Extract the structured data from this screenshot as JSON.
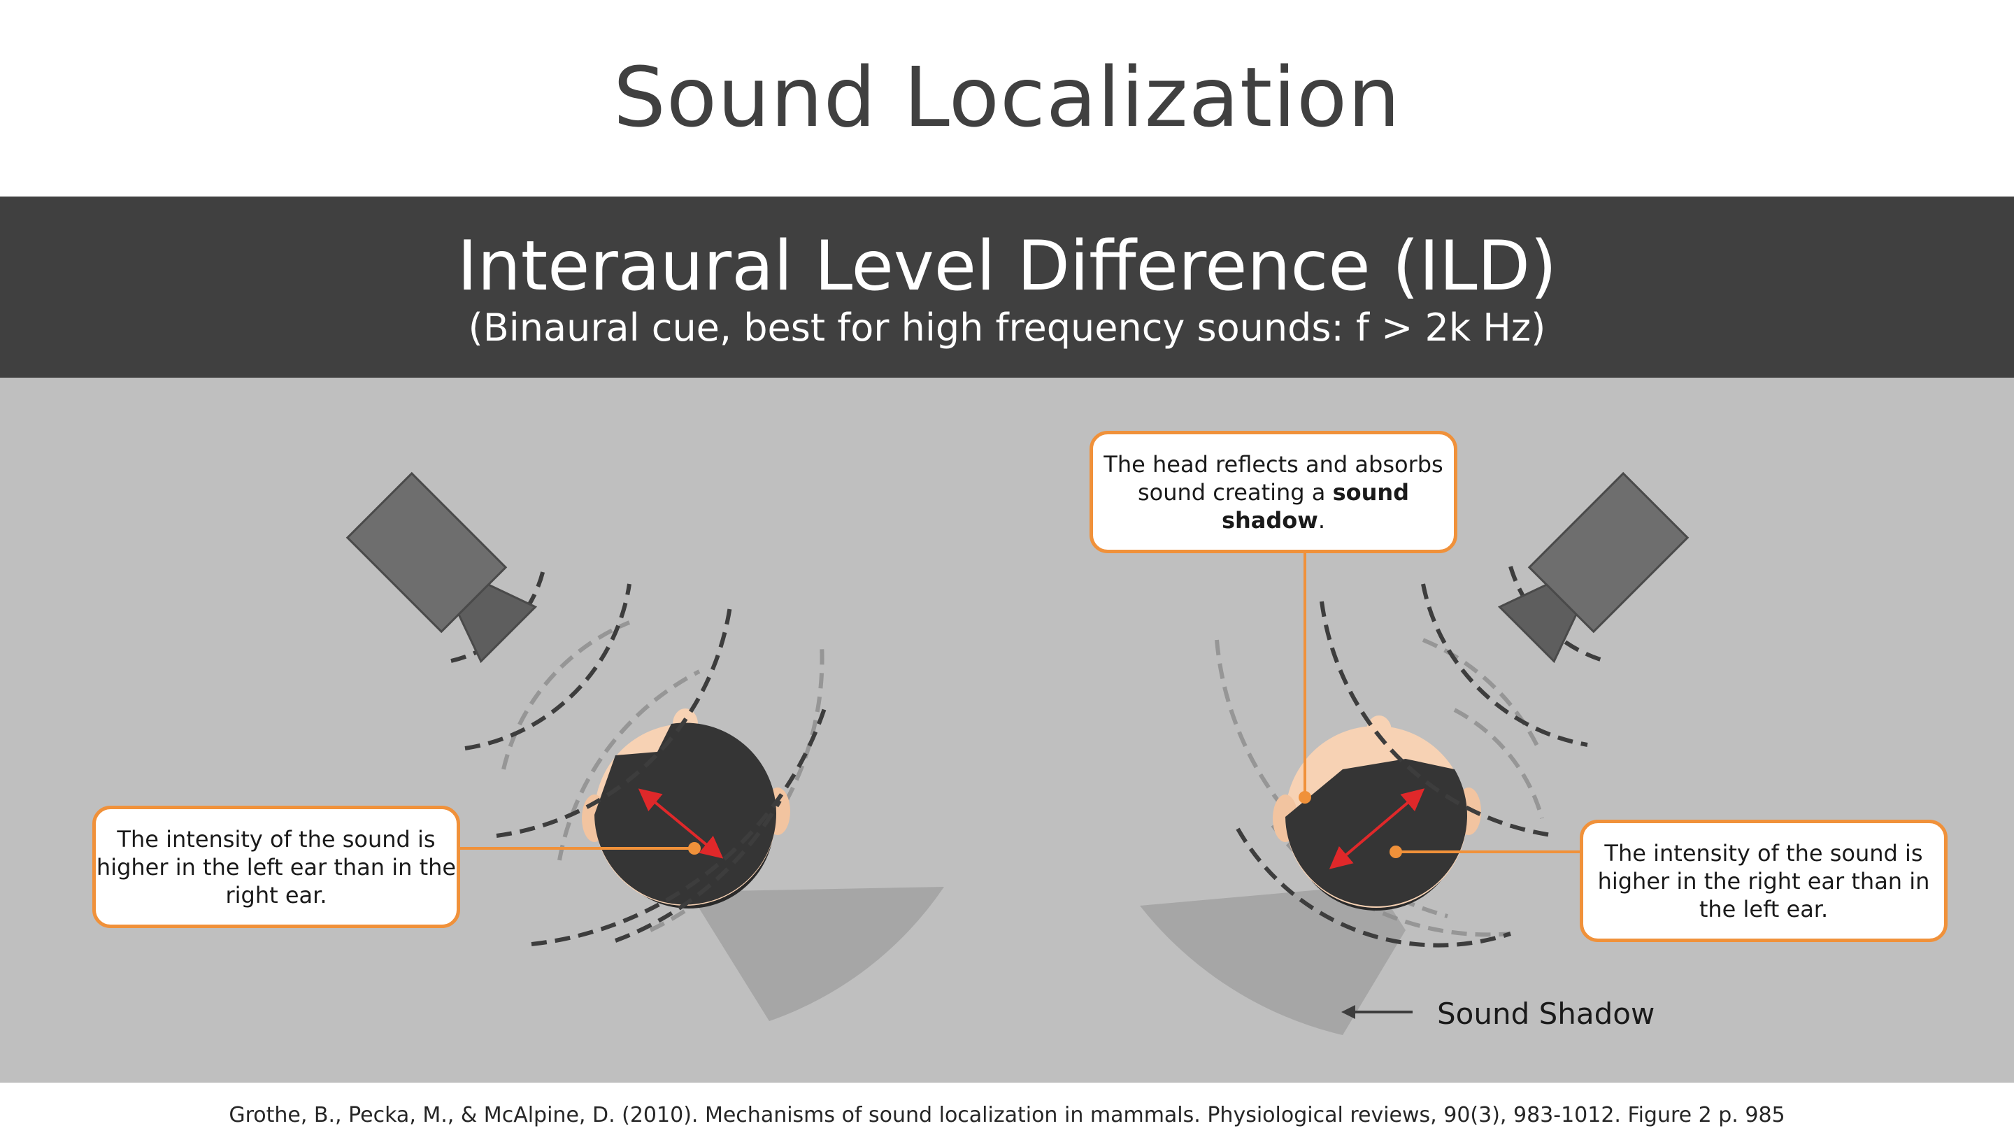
{
  "title": "Sound Localization",
  "banner": {
    "title": "Interaural Level Difference (ILD)",
    "subtitle": "(Binaural cue, best for high frequency sounds: f > 2k Hz)"
  },
  "callouts": {
    "left": "The intensity of the sound is higher in the left ear than in the right ear.",
    "top_pre": "The head reflects and absorbs sound creating a ",
    "top_bold": "sound shadow",
    "top_post": ".",
    "right": "The intensity of the sound is higher in the right ear than in the left ear."
  },
  "shadow_label": "Sound Shadow",
  "citation": "Grothe, B., Pecka, M., & McAlpine, D. (2010). Mechanisms of sound localization in mammals. Physiological reviews, 90(3), 983-1012. Figure 2 p. 985",
  "colors": {
    "band": "#404040",
    "stage": "#bfbfbf",
    "callout_border": "#f0913a",
    "arrow": "#e0282a",
    "hair": "#353535",
    "skin": "#f7d2b4"
  },
  "icons": [
    "speaker-icon",
    "head-icon"
  ]
}
